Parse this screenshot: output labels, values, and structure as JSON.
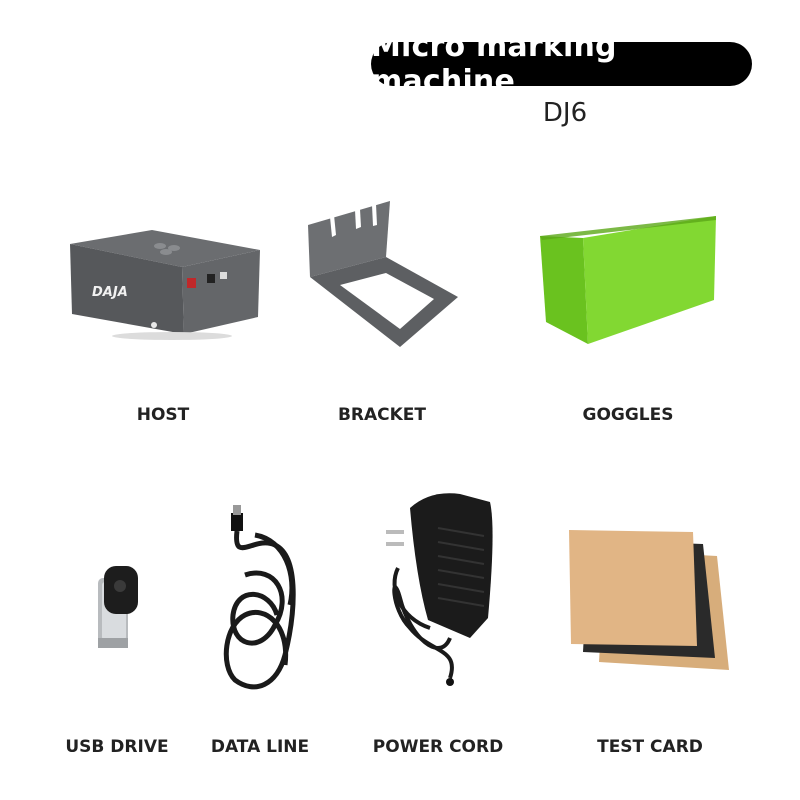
{
  "header": {
    "title": "Micro marking machine",
    "model": "DJ6"
  },
  "items": [
    {
      "label": "HOST",
      "icon": "laser-engraver-host-icon",
      "logo_text": "DAJA"
    },
    {
      "label": "BRACKET",
      "icon": "metal-bracket-icon"
    },
    {
      "label": "GOGGLES",
      "icon": "green-shield-icon"
    },
    {
      "label": "USB DRIVE",
      "icon": "usb-drive-icon"
    },
    {
      "label": "DATA LINE",
      "icon": "usb-cable-icon"
    },
    {
      "label": "POWER CORD",
      "icon": "power-adapter-icon"
    },
    {
      "label": "TEST CARD",
      "icon": "test-card-stack-icon"
    }
  ],
  "colors": {
    "title_bg": "#000000",
    "host_body": "#5f6164",
    "goggles": "#7ed12c",
    "card_tan": "#dcb27f",
    "card_dark": "#2a2a2a"
  }
}
